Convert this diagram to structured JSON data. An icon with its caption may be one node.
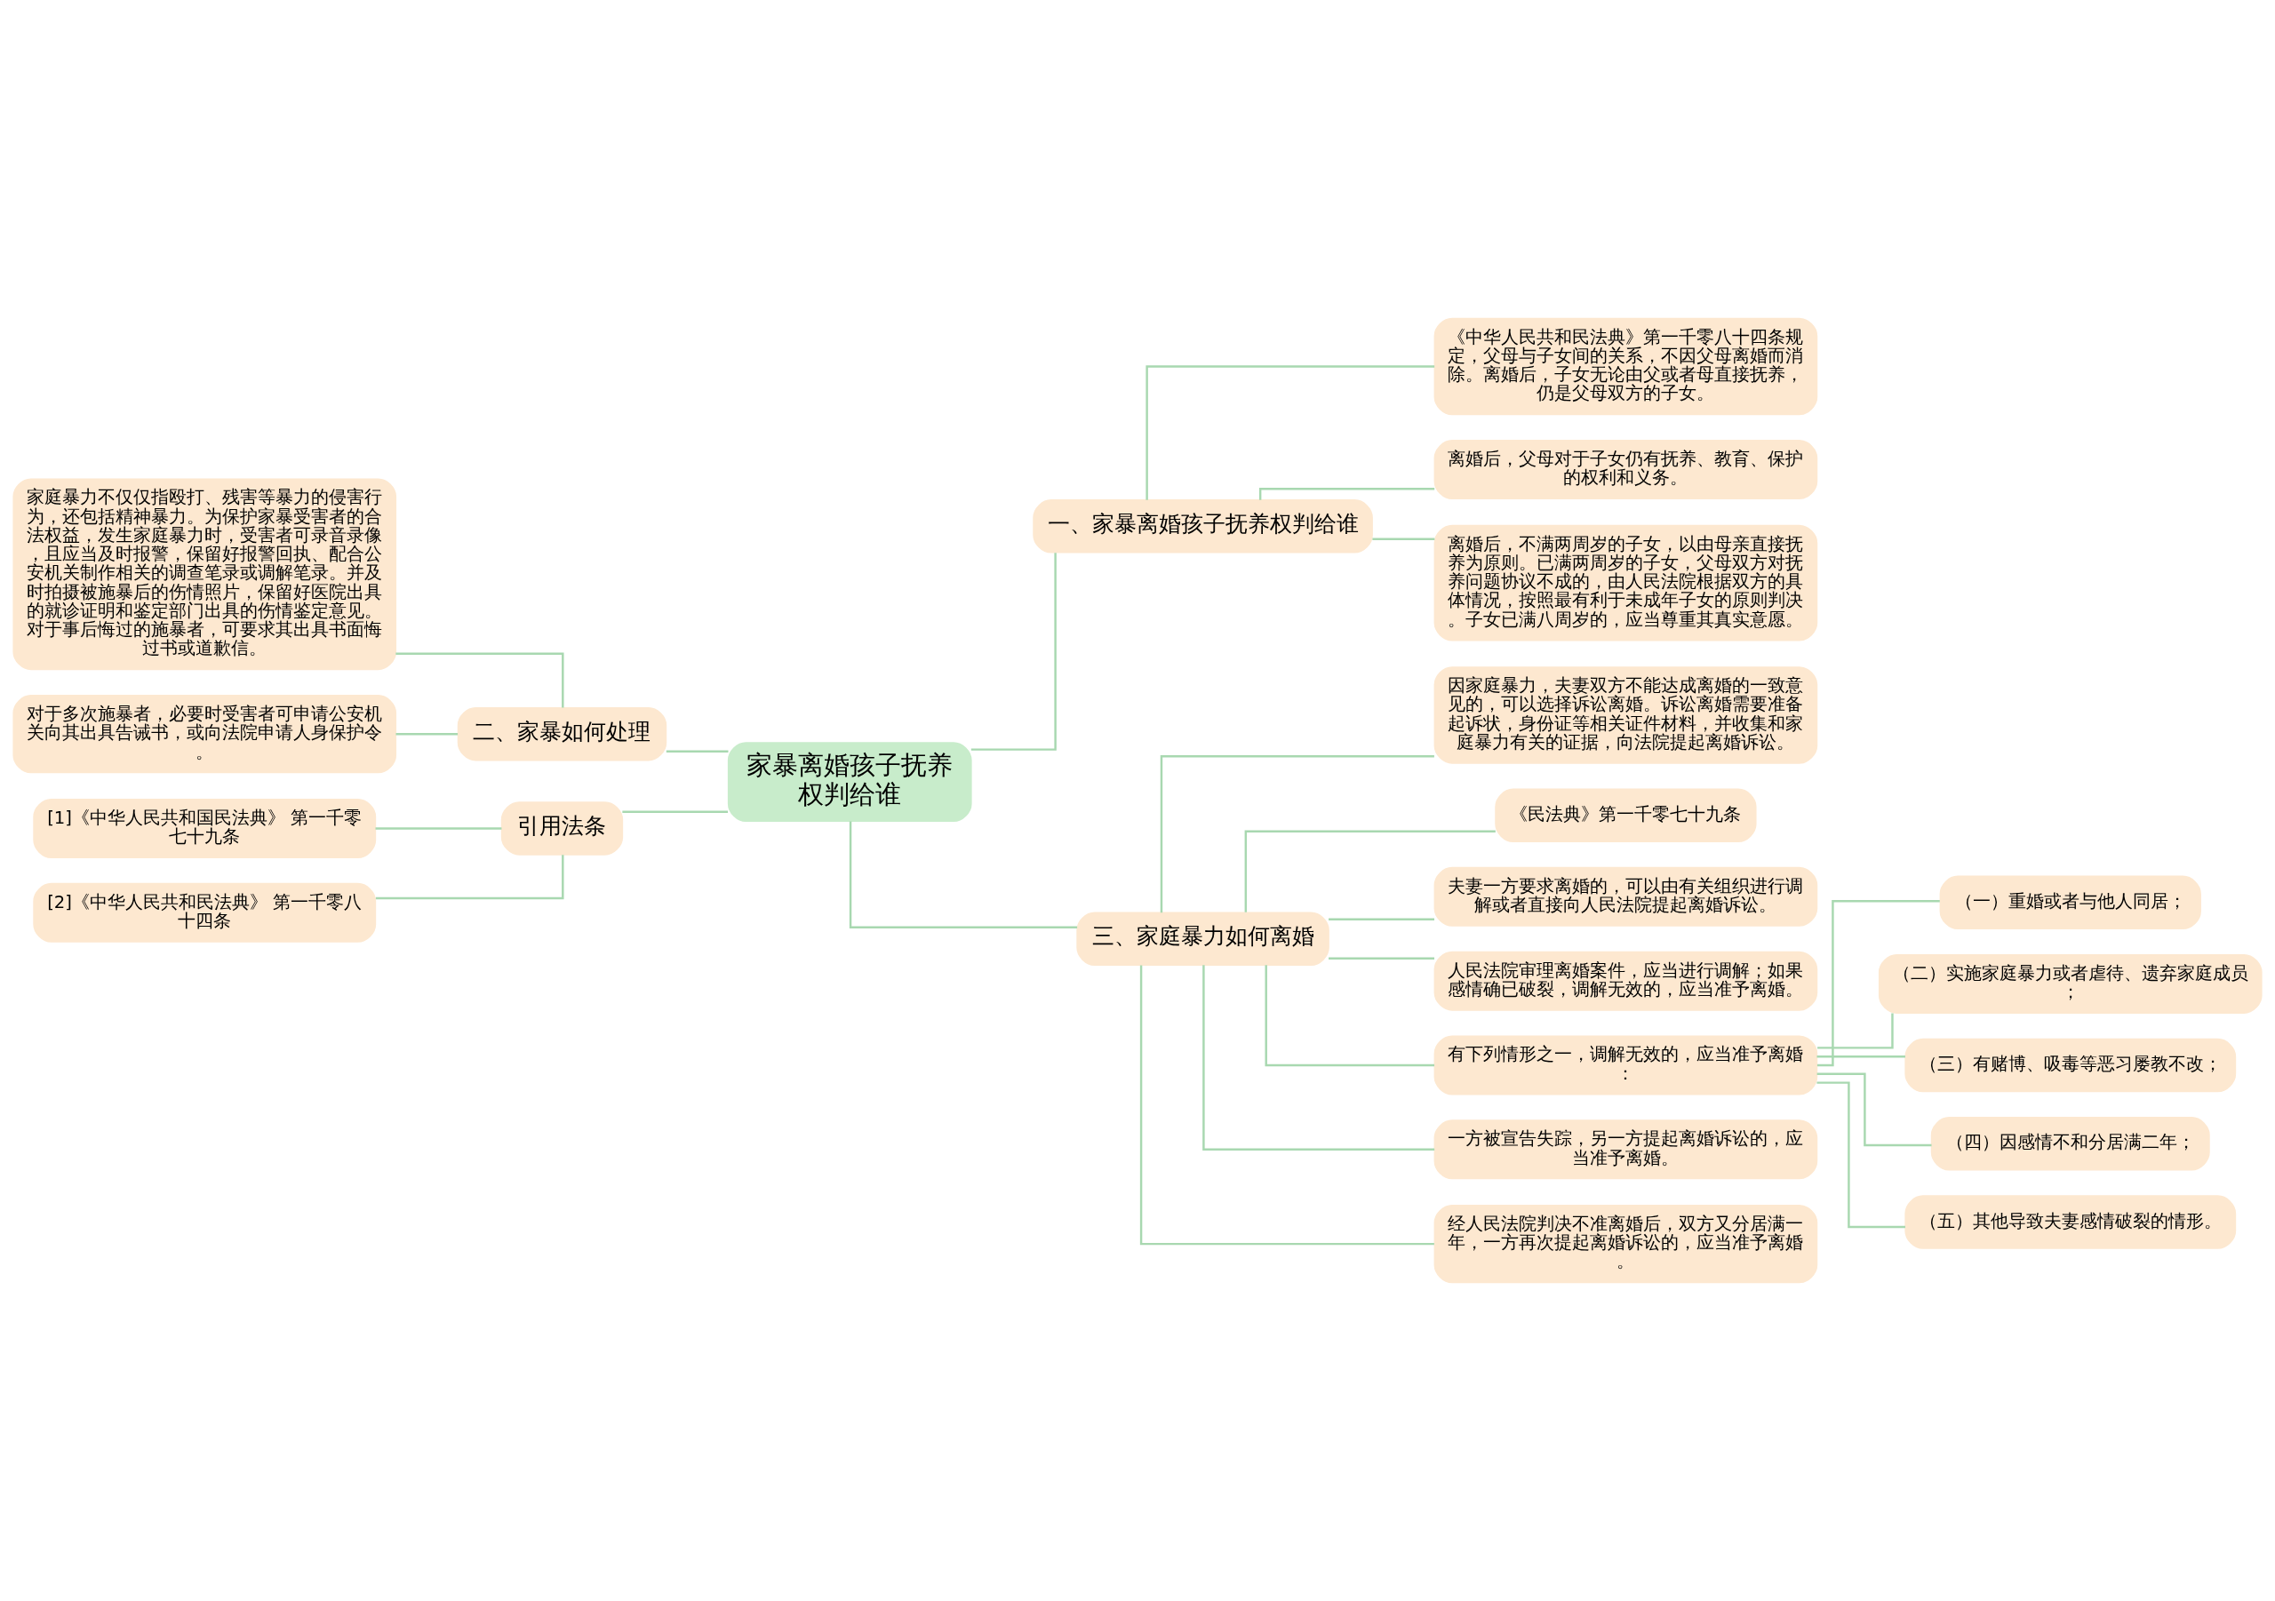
{
  "diagram": {
    "nodes": [
      {
        "text": [
          "家暴离婚孩子抚养权判给谁"
        ]
      },
      {
        "text": [
          "二、家暴如何处理"
        ]
      },
      {
        "text": [
          "家庭暴力不仅仅指殴打、残害等暴力的侵害行为，还包括精神暴力。为保护家暴受害者的合法权益，发生家庭暴力时，受害者可录音录像，且应当及时报警，保留好报警回执、配合公安机关制作相关的调查笔录或调解笔录。并及时拍摄被施暴后的伤情照片，保留好医院出具的就诊证明和鉴定部门出具的伤情鉴定意见。对于事后悔过的施暴者，可要求其出具书面悔过书或道歉信。"
        ]
      },
      {
        "text": [
          "对于多次施暴者，必要时受害者可申请公安机关向其出具告诫书，或向法院申请人身保护令。"
        ]
      },
      {
        "text": [
          "引用法条"
        ]
      },
      {
        "text": [
          "[1]《中华人民共和国民法典》 第一千零七十九条"
        ]
      },
      {
        "text": [
          "[2]《中华人民共和民法典》 第一千零八十四条"
        ]
      },
      {
        "text": [
          "一、家暴离婚孩子抚养权判给谁"
        ]
      },
      {
        "text": [
          "《中华人民共和民法典》第一千零八十四条规定，父母与子女间的关系，不因父母离婚而消除。离婚后，子女无论由父或者母直接抚养，仍是父母双方的子女。"
        ]
      },
      {
        "text": [
          "离婚后，父母对于子女仍有抚养、教育、保护的权利和义务。"
        ]
      },
      {
        "text": [
          "离婚后，不满两周岁的子女，以由母亲直接抚养为原则。已满两周岁的子女，父母双方对抚养问题协议不成的，由人民法院根据双方的具体情况，按照最有利于未成年子女的原则判决。子女已满八周岁的，应当尊重其真实意愿。"
        ]
      },
      {
        "text": [
          "三、家庭暴力如何离婚"
        ]
      },
      {
        "text": [
          "因家庭暴力，夫妻双方不能达成离婚的一致意见的，可以选择诉讼离婚。诉讼离婚需要准备起诉状，身份证等相关证件材料，并收集和家庭暴力有关的证据，向法院提起离婚诉讼。"
        ]
      },
      {
        "text": [
          "《民法典》第一千零七十九条"
        ]
      },
      {
        "text": [
          "夫妻一方要求离婚的，可以由有关组织进行调解或者直接向人民法院提起离婚诉讼。"
        ]
      },
      {
        "text": [
          "人民法院审理离婚案件，应当进行调解；如果感情确已破裂，调解无效的，应当准予离婚。"
        ]
      },
      {
        "text": [
          "有下列情形之一，调解无效的，应当准予离婚："
        ]
      },
      {
        "text": [
          "（一）重婚或者与他人同居；"
        ]
      },
      {
        "text": [
          "（二）实施家庭暴力或者虐待、遗弃家庭成员；"
        ]
      },
      {
        "text": [
          "（三）有赌博、吸毒等恶习屡教不改；"
        ]
      },
      {
        "text": [
          "（四）因感情不和分居满二年；"
        ]
      },
      {
        "text": [
          "（五）其他导致夫妻感情破裂的情形。"
        ]
      },
      {
        "text": [
          "一方被宣告失踪，另一方提起离婚诉讼的，应当准予离婚。"
        ]
      },
      {
        "text": [
          "经人民法院判决不准离婚后，双方又分居满一年，一方再次提起离婚诉讼的，应当准予离婚。"
        ]
      }
    ],
    "edges": [
      {
        "from": 0,
        "to": 1,
        "arrow": "none"
      },
      {
        "from": 1,
        "to": 2,
        "arrow": "none"
      },
      {
        "from": 1,
        "to": 3,
        "arrow": "none"
      },
      {
        "from": 0,
        "to": 4,
        "arrow": "none"
      },
      {
        "from": 4,
        "to": 5,
        "arrow": "none"
      },
      {
        "from": 4,
        "to": 6,
        "arrow": "none"
      },
      {
        "from": 0,
        "to": 7,
        "arrow": "none"
      },
      {
        "from": 7,
        "to": 8,
        "arrow": "none"
      },
      {
        "from": 7,
        "to": 9,
        "arrow": "none"
      },
      {
        "from": 7,
        "to": 10,
        "arrow": "none"
      },
      {
        "from": 0,
        "to": 11,
        "arrow": "none"
      },
      {
        "from": 11,
        "to": 12,
        "arrow": "none"
      },
      {
        "from": 11,
        "to": 13,
        "arrow": "none"
      },
      {
        "from": 11,
        "to": 14,
        "arrow": "none"
      },
      {
        "from": 11,
        "to": 15,
        "arrow": "none"
      },
      {
        "from": 11,
        "to": 16,
        "arrow": "none"
      },
      {
        "from": 16,
        "to": 17,
        "arrow": "none"
      },
      {
        "from": 16,
        "to": 18,
        "arrow": "none"
      },
      {
        "from": 16,
        "to": 19,
        "arrow": "none"
      },
      {
        "from": 16,
        "to": 20,
        "arrow": "none"
      },
      {
        "from": 16,
        "to": 21,
        "arrow": "none"
      },
      {
        "from": 11,
        "to": 22,
        "arrow": "none"
      },
      {
        "from": 11,
        "to": 23,
        "arrow": "none"
      }
    ]
  }
}
